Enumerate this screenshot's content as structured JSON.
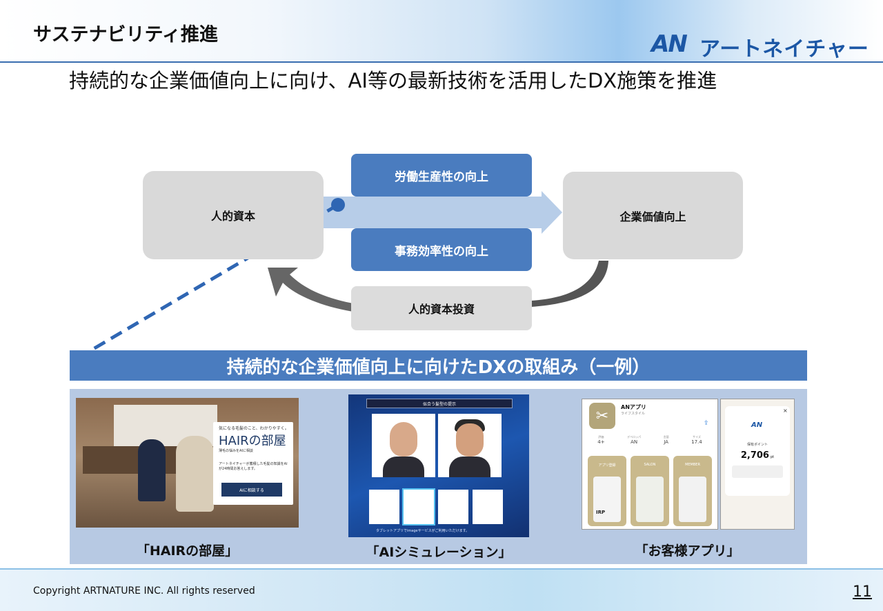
{
  "header": {
    "title": "サステナビリティ推進",
    "logo_mark": "AN",
    "logo_text": "アートネイチャー"
  },
  "subtitle": "持続的な企業価値向上に向け、AI等の最新技術を活用したDX施策を推進",
  "diagram": {
    "left_box": "人的資本",
    "right_box": "企業価値向上",
    "top_blue": "労働生産性の向上",
    "bottom_blue": "事務効率性の向上",
    "investment": "人的資本投資"
  },
  "banner": "持続的な企業価値向上に向けたDXの取組み（一例）",
  "examples": [
    {
      "caption": "「HAIRの部屋」",
      "screen_heading": "HAIRの部屋",
      "screen_tagline": "気になる毛髪のこと、わかりやすく。",
      "screen_subline": "薄毛の悩みをAIに相談",
      "screen_body": "アートネイチャーが蓄積した毛髪の知識をAIが24時間お答えします。",
      "screen_button": "AIに相談する"
    },
    {
      "caption": "「AIシミュレーション」",
      "screen_heading": "似合う髪型の提示",
      "screen_footer": "タブレットアプリでimageサービスがご利用いただけます。"
    },
    {
      "caption": "「お客様アプリ」",
      "app_name": "ANアプリ",
      "app_vendor": "ライフスタイル",
      "stats": [
        {
          "label": "評価",
          "value": "4+"
        },
        {
          "label": "デベロッパ",
          "value": "AN"
        },
        {
          "label": "言語",
          "value": "JA"
        },
        {
          "label": "サイズ",
          "value": "17.4"
        }
      ],
      "tiles": [
        "アプリ登録",
        "SALON",
        "MEMBER"
      ],
      "points_label": "保有ポイント",
      "points_value": "2,706",
      "points_unit": "pt",
      "irp": "IRP"
    }
  ],
  "footer": {
    "copyright": "Copyright ARTNATURE INC. All rights reserved",
    "page": "11"
  },
  "colors": {
    "accent_blue": "#4a7cbf",
    "dark_blue": "#1c57a5",
    "panel_blue": "#b7c9e3",
    "grey_box": "#d9d9d9"
  }
}
